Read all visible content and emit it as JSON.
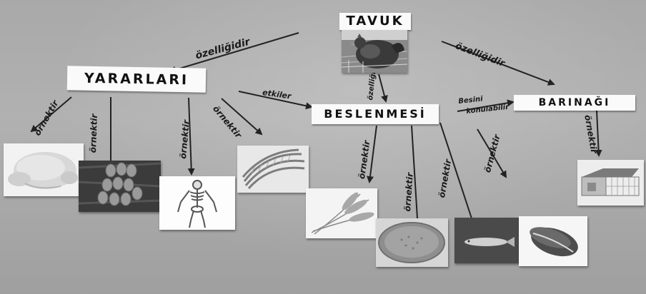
{
  "nodes": {
    "root": "TAVUK",
    "benefits": "YARARLARI",
    "nutrition": "BESLENMESİ",
    "shelter": "BARINAĞI"
  },
  "links": {
    "root_benefits": "özelliğidir",
    "root_shelter": "özelliğidir",
    "root_nutrition": "özelliğidir",
    "benefits_nutrition": "etkiler",
    "nutrition_shelter_1": "Besini",
    "nutrition_shelter_2": "konulabilir",
    "benefits_ex1": "örnektir",
    "benefits_ex2": "örnektir",
    "benefits_ex3": "örnektir",
    "benefits_ex4": "örnektir",
    "nutrition_ex1": "örnektir",
    "nutrition_ex2": "örnektir",
    "nutrition_ex3": "örnektir",
    "nutrition_ex4": "örnektir",
    "shelter_ex": "örnektir"
  },
  "images": {
    "hen": "hen-photo",
    "chicken_meat": "raw-chicken-photo",
    "eggs": "eggs-photo",
    "skeleton": "skeleton-photo",
    "feathers": "feathers-photo",
    "wheat": "wheat-photo",
    "grain_bowl": "grain-bowl-photo",
    "fish": "fish-photo",
    "lettuce": "lettuce-photo",
    "coop": "chicken-coop-photo"
  }
}
